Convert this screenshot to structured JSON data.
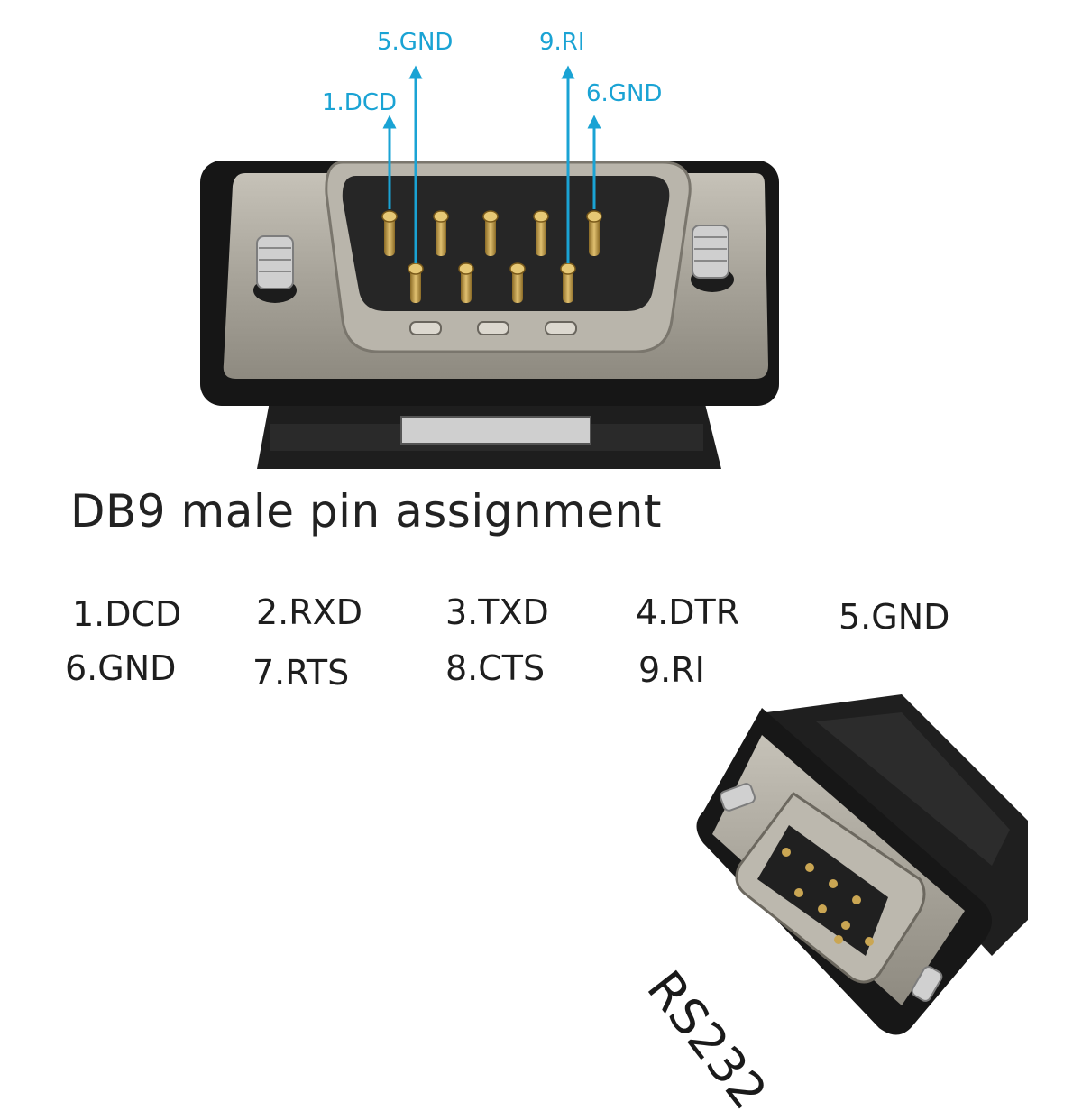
{
  "callouts": [
    {
      "pin": 1,
      "label": "1.DCD"
    },
    {
      "pin": 5,
      "label": "5.GND"
    },
    {
      "pin": 9,
      "label": "9.RI"
    },
    {
      "pin": 6,
      "label": "6.GND"
    }
  ],
  "title": "DB9 male pin assignment",
  "pins": [
    "1.DCD",
    "2.RXD",
    "3.TXD",
    "4.DTR",
    "5.GND",
    "6.GND",
    "7.RTS",
    "8.CTS",
    "9.RI"
  ],
  "side_label": "RS232",
  "colors": {
    "callout": "#1aa3d4",
    "shell": "#a39f96",
    "housing": "#1c1c1c",
    "pin_gold": "#c8a24a"
  },
  "icons": [
    "arrow-up-icon",
    "connector-photo",
    "screw-icon"
  ]
}
